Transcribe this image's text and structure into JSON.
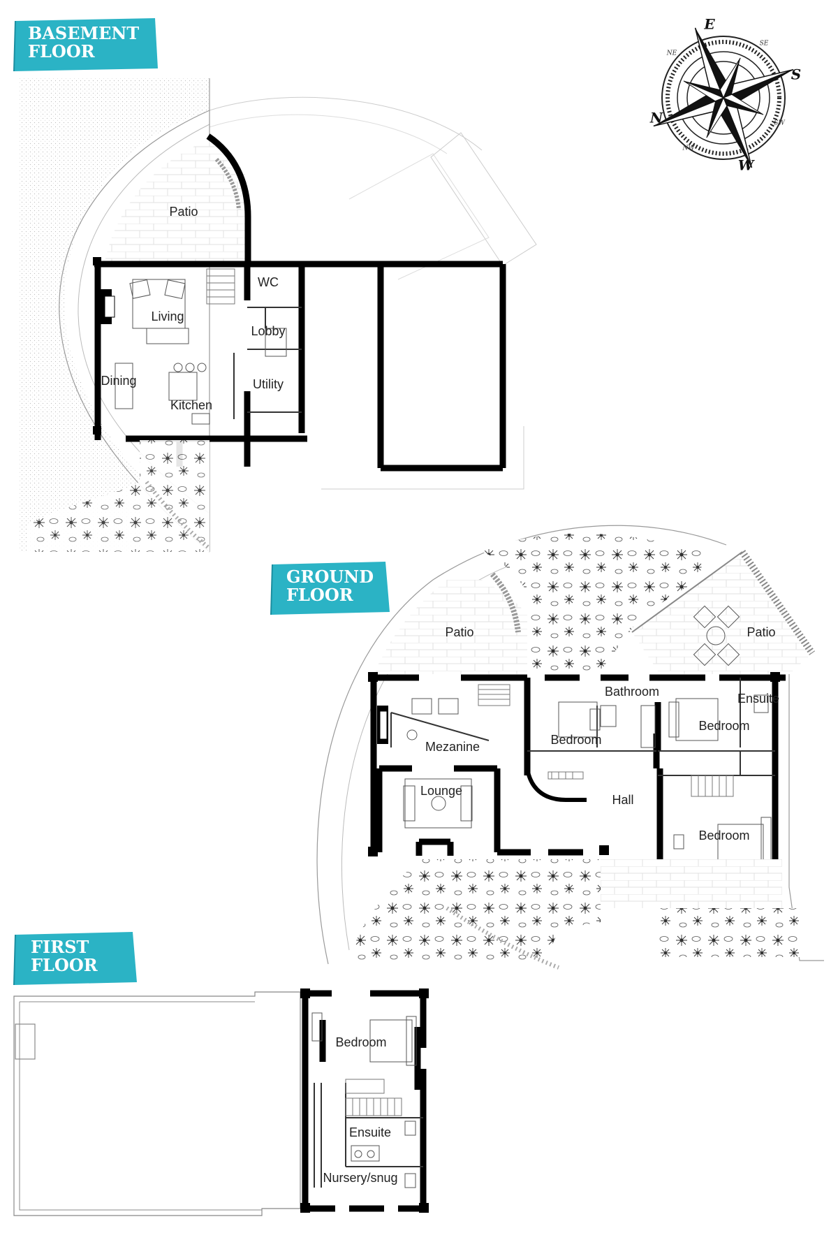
{
  "floors": {
    "basement": {
      "tag_line1": "BASEMENT",
      "tag_line2": "FLOOR",
      "rooms": {
        "patio": "Patio",
        "wc": "WC",
        "living": "Living",
        "lobby": "Lobby",
        "dining": "Dining",
        "utility": "Utility",
        "kitchen": "Kitchen"
      }
    },
    "ground": {
      "tag_line1": "GROUND",
      "tag_line2": "FLOOR",
      "rooms": {
        "patio_left": "Patio",
        "patio_right": "Patio",
        "bathroom": "Bathroom",
        "ensuite": "Ensuite",
        "bedroom_1": "Bedroom",
        "bedroom_2": "Bedroom",
        "bedroom_3": "Bedroom",
        "mezzanine": "Mezanine",
        "lounge": "Lounge",
        "hall": "Hall"
      }
    },
    "first": {
      "tag_line1": "FIRST",
      "tag_line2": "FLOOR",
      "rooms": {
        "bedroom": "Bedroom",
        "ensuite": "Ensuite",
        "nursery": "Nursery/snug"
      }
    }
  },
  "compass": {
    "E": "E",
    "S": "S",
    "N": "N",
    "W": "W",
    "NE": "NE",
    "SE": "SE",
    "SW": "SW",
    "NW": "NW"
  },
  "colors": {
    "tag": "#2bb3c5",
    "wall": "#000000",
    "line": "#9a9a9a"
  }
}
